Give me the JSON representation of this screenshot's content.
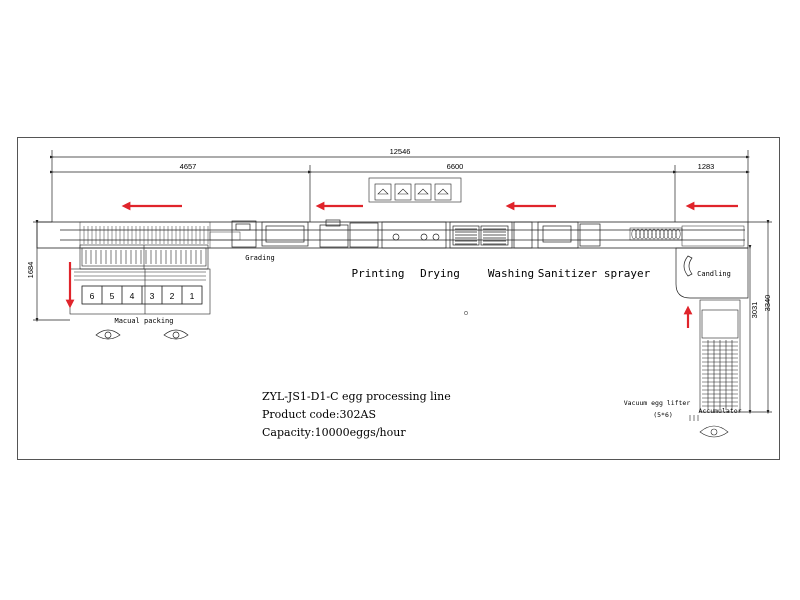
{
  "dimensions": {
    "total_length": "12546",
    "left_segment": "4657",
    "middle_segment": "6600",
    "right_segment": "1283",
    "left_height": "1684",
    "right_inner_height": "3031",
    "right_outer_height": "3340"
  },
  "stations": {
    "grading": "Grading",
    "printing": "Printing",
    "drying": "Drying",
    "washing": "Washing",
    "sanitizer": "Sanitizer sprayer",
    "candling": "Candling",
    "manual_packing": "Macual packing",
    "vacuum_lifter": "Vacuum egg lifter",
    "vacuum_lifter_spec": "(5*6)",
    "accumulator": "Accumulator"
  },
  "packing_lanes": [
    "6",
    "5",
    "4",
    "3",
    "2",
    "1"
  ],
  "info": {
    "model": "ZYL-JS1-D1-C egg processing line",
    "product_code": "Product code:302AS",
    "capacity": "Capacity:10000eggs/hour"
  },
  "colors": {
    "flow_arrow": "#e0242b",
    "line": "#222222"
  }
}
